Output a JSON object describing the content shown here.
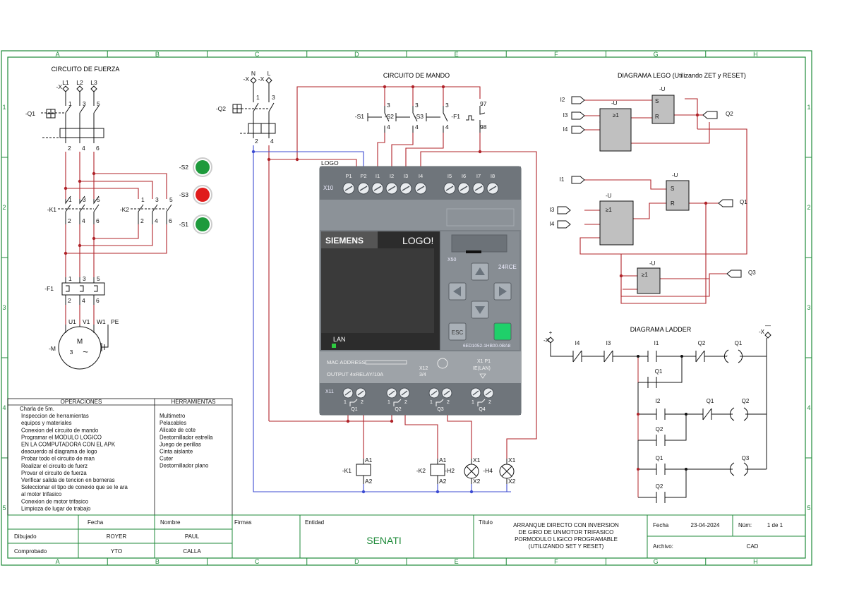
{
  "colors": {
    "frame": "#1f8a3a",
    "wire_red": "#b0242a",
    "wire_blue": "#3c4bd2",
    "ink": "#111111",
    "plc_body": "#7d8389",
    "plc_dark": "#4d5359",
    "lamp_green": "#1e9a3c",
    "lamp_red": "#e01b1b",
    "gate_fill": "#c0c0c0"
  },
  "grid": {
    "columns": [
      "A",
      "B",
      "C",
      "D",
      "E",
      "F",
      "G",
      "H"
    ],
    "rows": [
      "1",
      "2",
      "3",
      "4",
      "5"
    ]
  },
  "sections": {
    "fuerza": "CIRCUITO DE FUERZA",
    "mando": "CIRCUITO DE MANDO",
    "lego": "DIAGRAMA LEGO  (Utilizando ZET y RESET)",
    "ladder": "DIAGRAMA LADDER"
  },
  "power": {
    "supply": "-X",
    "phases": [
      "L1",
      "L2",
      "L3"
    ],
    "q1": "-Q1",
    "k1": "-K1",
    "k2": "-K2",
    "f1": "-F1",
    "motor_label": "-M",
    "motor_m": "M",
    "motor_n": "3",
    "motor_tilde": "~",
    "terminals_top": [
      "1",
      "3",
      "5"
    ],
    "terminals_bot": [
      "2",
      "4",
      "6"
    ],
    "motor_terms": [
      "U1",
      "V1",
      "W1",
      "PE"
    ]
  },
  "lamps": {
    "s2": "-S2",
    "s3": "-S3",
    "s1": "-S1"
  },
  "control": {
    "x": "-X",
    "n": "N",
    "l": "L",
    "q2": "-Q2",
    "t1": "1",
    "t3": "3",
    "t2": "2",
    "t4": "4",
    "s1": "-S1",
    "s2": "-S2",
    "s3": "-S3",
    "f1": "-F1",
    "t97": "97",
    "t98": "98",
    "logo_tag": "LOGO",
    "k1": "-K1",
    "k2": "-K2",
    "h2": "-H2",
    "h4": "-H4",
    "a1": "A1",
    "a2": "A2",
    "x1": "X1",
    "x2": "X2"
  },
  "plc": {
    "top_terms": [
      "P1",
      "P2",
      "I1",
      "I2",
      "I3",
      "I4",
      "I5",
      "I6",
      "I7",
      "I8"
    ],
    "x10": "X10",
    "brand": "SIEMENS",
    "model": "LOGO!",
    "x50": "X50",
    "variant": "24RCE",
    "esc": "ESC",
    "lan": "LAN",
    "part_no": "6ED1052-1HB00-0BA8",
    "mac": "MAC ADDRESS",
    "output": "OUTPUT 4xRELAY/10A",
    "x12": "X12",
    "x12n": "3/4",
    "x1p1": "X1 P1",
    "iel": "IE(LAN)",
    "x11": "X11",
    "outs": [
      "Q1",
      "Q2",
      "Q3",
      "Q4"
    ],
    "one": "1",
    "two": "2"
  },
  "fbd": {
    "u": "-U",
    "s": "S",
    "r": "R",
    "ge1": "≥1",
    "in_i2": "I2",
    "in_i3": "I3",
    "in_i4": "I4",
    "in_i1": "I1",
    "out_q2": "Q2",
    "out_q1": "Q1",
    "out_q3": "Q3"
  },
  "ladder": {
    "plus_x": "-X",
    "minus_x": "-X",
    "plus": "+",
    "minus": "—",
    "r1": [
      "I4",
      "I3",
      "I1",
      "Q2",
      "Q1"
    ],
    "r1b": "Q1",
    "r2": [
      "I2",
      "Q1",
      "Q2"
    ],
    "r2b": "Q2",
    "r3": [
      "Q1",
      "Q3"
    ],
    "r3b": "Q2"
  },
  "operaciones": {
    "header": "OPERACIONES",
    "items": [
      "Charla de 5m.",
      "Inspeccion de herramientas",
      "equipos y materiales",
      "Conexion del circuito de mando",
      "Programar el MODULO LOGICO",
      "EN LA COMPUTADORA CON EL APK",
      "deacuerdo al diagrama de logo",
      "Probar todo el circuito de man",
      "Realizar el circuito de fuerz",
      "Provar el circuito de fuerza",
      "Verificar salida de tencion en    borneras",
      "Seleccionar el tipo de conexio  que se le ara",
      "al motor trifasico",
      "Conexion de motor trifasico",
      "Limpieza de lugar de trabajo"
    ]
  },
  "herramientas": {
    "header": "HERRAMIENTAS",
    "items": [
      "Multimetro",
      "Pelacables",
      "Alicate de cote",
      "Destornillador estrella",
      "Juego de perillas",
      "Cinta aislante",
      "Cuter",
      "Destornillador plano"
    ]
  },
  "title_block": {
    "fecha_h": "Fecha",
    "nombre_h": "Nombre",
    "firmas_h": "Firmas",
    "entidad_h": "Entidad",
    "titulo_h": "Título",
    "dibujado": "Dibujado",
    "comprobado": "Comprobado",
    "dib_fecha": "ROYER",
    "dib_nombre": "PAUL",
    "com_fecha": "YTO",
    "com_nombre": "CALLA",
    "entidad": "SENATI",
    "title_lines": [
      "ARRANQUE DIRECTO CON INVERSION",
      "DE GIRO DE UNMOTOR TRIFASICO",
      "PORMODULO LIGICO PROGRAMABLE",
      "(UTILIZANDO  SET Y RESET)"
    ],
    "fecha_label": "Fecha",
    "fecha": "23-04-2024",
    "num_label": "Núm:",
    "num": "1 de 1",
    "archivo_label": "Archivo:",
    "archivo": "CAD"
  }
}
